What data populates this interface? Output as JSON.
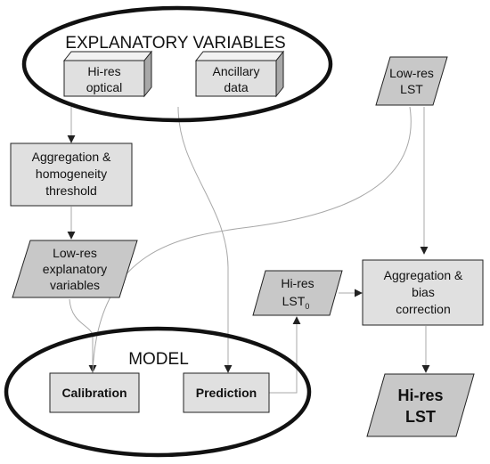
{
  "explanatory": {
    "title": "EXPLANATORY VARIABLES",
    "hires_optical": [
      "Hi-res",
      "optical"
    ],
    "ancillary": [
      "Ancillary",
      "data"
    ]
  },
  "lowres_lst": [
    "Low-res",
    "LST"
  ],
  "aggregation_threshold": [
    "Aggregation &",
    "homogeneity",
    "threshold"
  ],
  "lowres_explanatory": [
    "Low-res",
    "explanatory",
    "variables"
  ],
  "hires_lst0": {
    "line1": "Hi-res",
    "base": "LST",
    "sub": "0"
  },
  "aggregation_bias": [
    "Aggregation &",
    "bias",
    "correction"
  ],
  "model": {
    "title": "MODEL",
    "calibration": "Calibration",
    "prediction": "Prediction"
  },
  "hires_lst_output": [
    "Hi-res",
    "LST"
  ],
  "colors": {
    "box_fill": "#e0e0e0",
    "para_fill": "#c8c8c8",
    "stroke": "#222222",
    "connector": "#a8a8a8"
  }
}
